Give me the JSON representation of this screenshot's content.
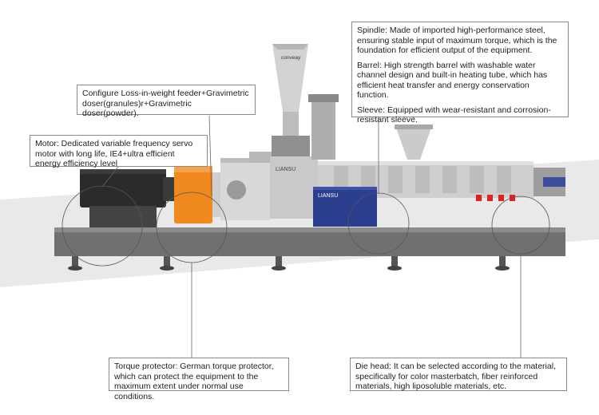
{
  "callouts": {
    "spindle": "Spindle: Made of imported high-performance steel, ensuring stable input of maximum torque, which is the foundation for efficient output of the equipment.",
    "barrel": "Barrel: High strength barrel with washable water channel design and built-in heating tube, which has efficient heat transfer and energy conservation function.",
    "sleeve": "Sleeve: Equipped with wear-resistant and corrosion-resistant sleeve.",
    "feeder": "Configure Loss-in-weight feeder+Gravimetric doser(granules)r+Gravimetric doser(powder).",
    "motor": "Motor: Dedicated variable frequency servo motor with long life, IE4+ultra efficient energy efficiency level",
    "torque": "Torque protector: German torque protector, which can protect the equipment to the maximum extent under normal use conditions.",
    "die": "Die head: It can be selected according to the material, specifically for color masterbatch, fiber reinforced materials, high liposoluble materials, etc."
  },
  "labels": {
    "hopper_brand": "conveay",
    "machine_brand": "LIANSU",
    "cabinet_brand": "LIANSU"
  },
  "colors": {
    "motor_orange": "#f08a1e",
    "cabinet_blue": "#2c3f8f",
    "frame_gray": "#6e6e6e",
    "motor_black": "#2a2a2a",
    "backdrop_band": "#e6e6e6"
  }
}
